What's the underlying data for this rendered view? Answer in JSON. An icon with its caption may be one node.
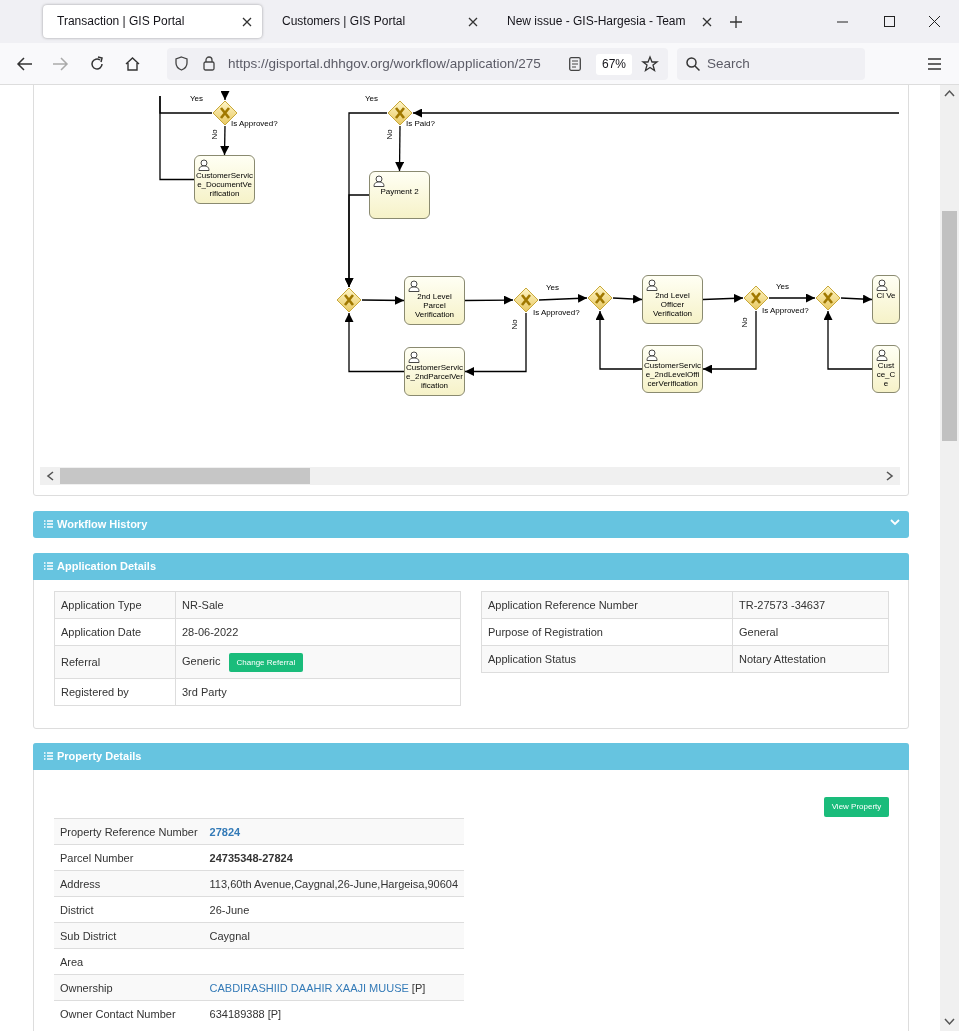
{
  "diagram": {
    "nodes": [
      {
        "text": [],
        "shape": "diamond",
        "beside": [
          "Is Approved?"
        ]
      },
      {
        "text": [
          "CustomerService_DocumentVerification"
        ]
      },
      {
        "text": [],
        "shape": "diamond",
        "beside": [
          "Is Paid?"
        ]
      },
      {
        "text": [
          "Payment 2"
        ]
      },
      {
        "text": [],
        "shape": "diamond"
      },
      {
        "text": [
          "2nd Level Parcel Verification"
        ]
      },
      {
        "text": [],
        "shape": "diamond",
        "beside": [
          "Is Approved?"
        ]
      },
      {
        "text": [],
        "shape": "diamond"
      },
      {
        "text": [
          "CustomerService_2ndParcelVerification"
        ]
      },
      {
        "text": [
          "2nd Level Officer Verification"
        ]
      },
      {
        "text": [],
        "shape": "diamond",
        "beside": [
          "Is Approved?"
        ]
      },
      {
        "text": [],
        "shape": "diamond"
      },
      {
        "text": [
          "CustomerService_2ndLevelOfficerVerification"
        ]
      },
      {
        "text": [
          "Cl Ve"
        ]
      },
      {
        "text": [
          "Cust ce_C e"
        ]
      }
    ],
    "edges": [
      {
        "from": null,
        "to": 0,
        "arrow": "to"
      },
      {
        "from": 0,
        "to": null,
        "arrow": "none",
        "label": "Yes"
      },
      {
        "from": 0,
        "to": 1,
        "arrow": "to",
        "label": "No"
      },
      {
        "from": 1,
        "to": null,
        "arrow": "none"
      },
      {
        "from": null,
        "to": 2,
        "arrow": "to"
      },
      {
        "from": 2,
        "to": 3,
        "arrow": "to",
        "label": "No"
      },
      {
        "from": 2,
        "to": 4,
        "arrow": "to",
        "label": "Yes"
      },
      {
        "from": 3,
        "to": 4,
        "arrow": "to"
      },
      {
        "from": 4,
        "to": 5,
        "arrow": "to"
      },
      {
        "from": 5,
        "to": 6,
        "arrow": "to"
      },
      {
        "from": 6,
        "to": 7,
        "arrow": "to",
        "label": "Yes"
      },
      {
        "from": 6,
        "to": 8,
        "arrow": "to",
        "label": "No"
      },
      {
        "from": 8,
        "to": 4,
        "arrow": "to"
      },
      {
        "from": 7,
        "to": 9,
        "arrow": "to"
      },
      {
        "from": 9,
        "to": 10,
        "arrow": "to"
      },
      {
        "from": 10,
        "to": 11,
        "arrow": "to",
        "label": "Yes"
      },
      {
        "from": 10,
        "to": 12,
        "arrow": "to",
        "label": "No"
      },
      {
        "from": 12,
        "to": 7,
        "arrow": "to"
      },
      {
        "from": 11,
        "to": 13,
        "arrow": "to"
      },
      {
        "from": 14,
        "to": 11,
        "arrow": "to"
      }
    ],
    "labels": [
      "Transaction | GIS Portal",
      "Customers | GIS Portal",
      "New issue - GIS-Hargesia - Team",
      "https://gisportal.dhhgov.org/workflow/application/275",
      "67%",
      "Search",
      "Workflow History",
      "Application Details",
      "Application Type",
      "NR-Sale",
      "Application Date",
      "28-06-2022",
      "Referral",
      "Generic",
      "Change Referral",
      "Registered by",
      "3rd Party",
      "Application Reference Number",
      "TR-27573 -34637",
      "Purpose of Registration",
      "General",
      "Application Status",
      "Notary Attestation",
      "Property Details",
      "View Property",
      "Property Reference Number",
      "27824",
      "Parcel Number",
      "24735348-27824",
      "Address",
      "113,60th Avenue,Caygnal,26-June,Hargeisa,90604",
      "District",
      "26-June",
      "Sub District",
      "Caygnal",
      "Area",
      "Ownership",
      "CABDIRASHIID DAAHIR XAAJI MUUSE",
      "[P]",
      "Owner Contact Number",
      "634189388 [P]"
    ]
  }
}
